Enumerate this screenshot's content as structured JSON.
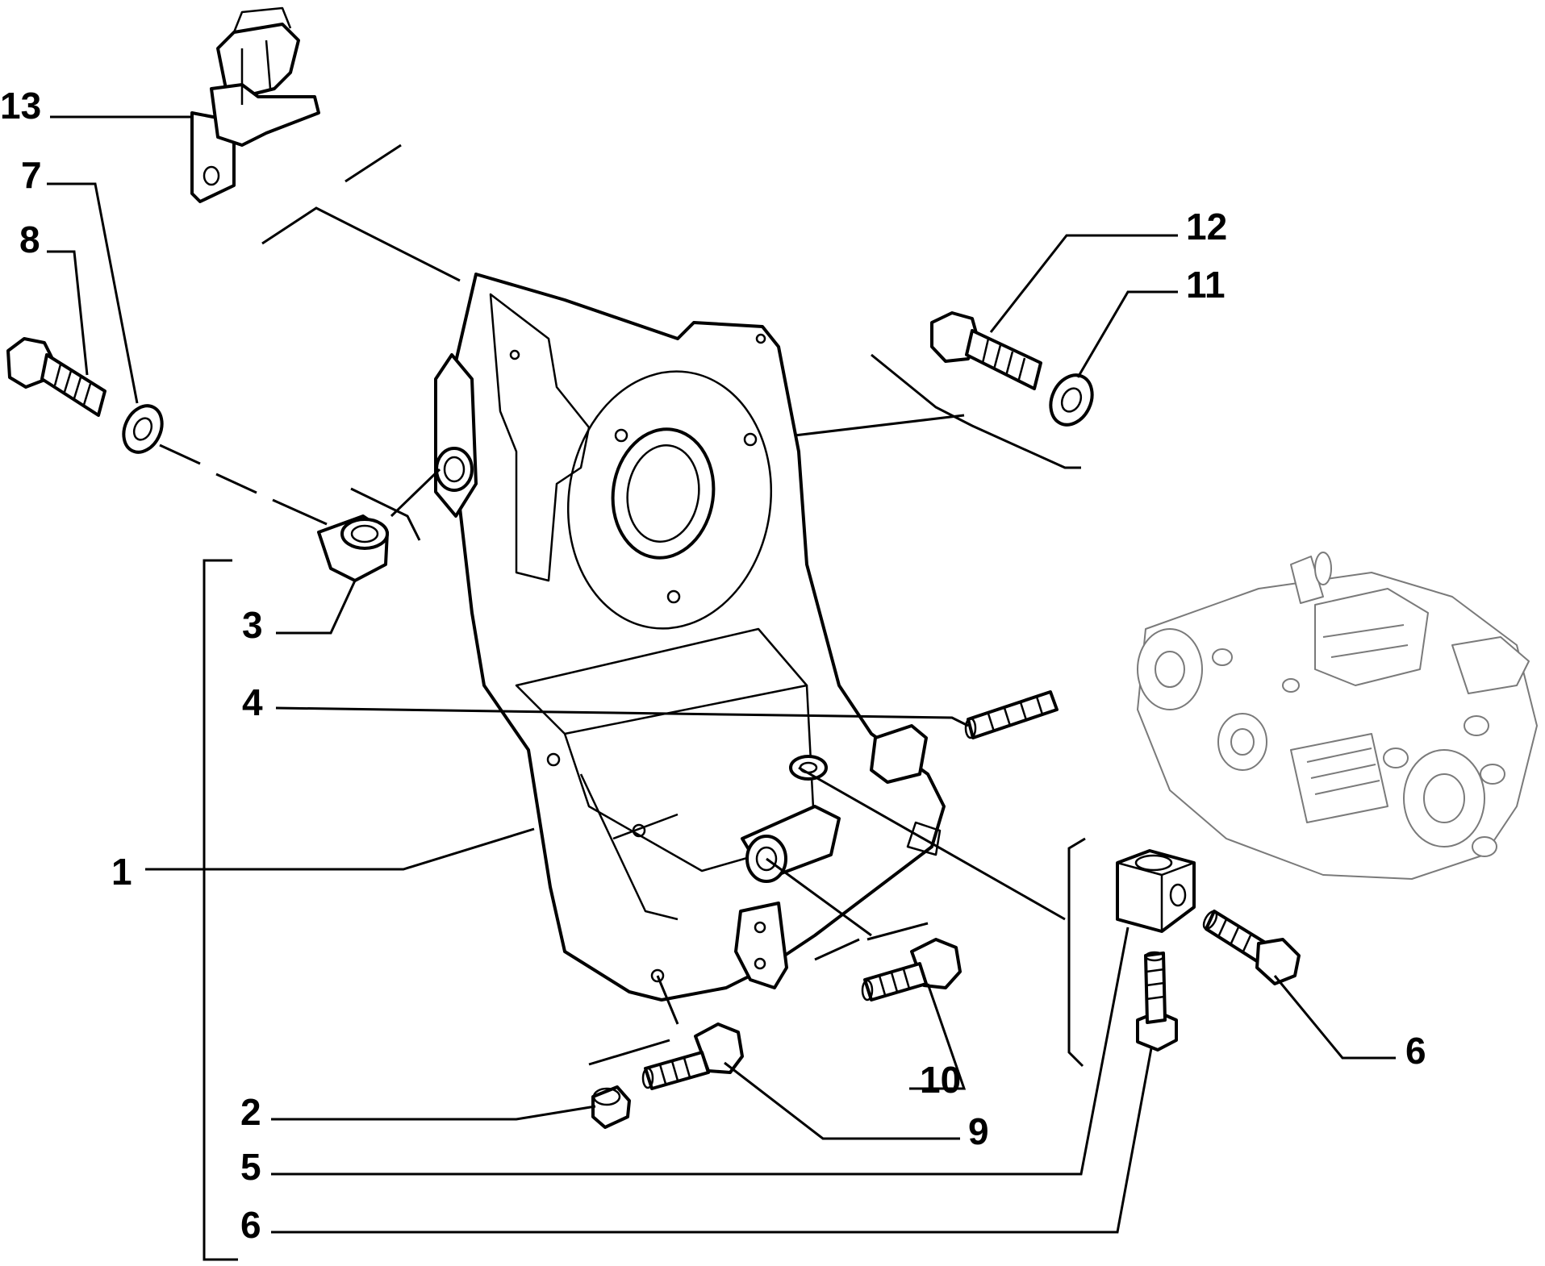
{
  "callouts": [
    {
      "id": "c13",
      "label": "13"
    },
    {
      "id": "c7",
      "label": "7"
    },
    {
      "id": "c8",
      "label": "8"
    },
    {
      "id": "c12",
      "label": "12"
    },
    {
      "id": "c11",
      "label": "11"
    },
    {
      "id": "c3",
      "label": "3"
    },
    {
      "id": "c4",
      "label": "4"
    },
    {
      "id": "c1",
      "label": "1"
    },
    {
      "id": "c10",
      "label": "10"
    },
    {
      "id": "c6a",
      "label": "6"
    },
    {
      "id": "c2",
      "label": "2"
    },
    {
      "id": "c9",
      "label": "9"
    },
    {
      "id": "c5",
      "label": "5"
    },
    {
      "id": "c6b",
      "label": "6"
    }
  ]
}
